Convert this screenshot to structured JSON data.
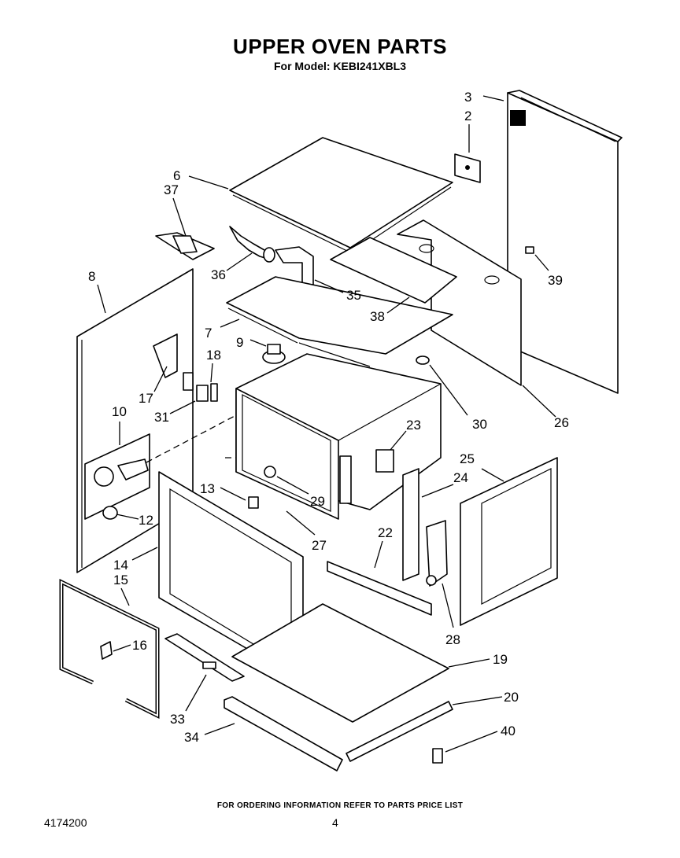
{
  "header": {
    "title": "UPPER OVEN PARTS",
    "model": "For Model: KEBI241XBL3"
  },
  "footer": {
    "note": "FOR ORDERING INFORMATION REFER TO PARTS PRICE LIST",
    "doc_number": "4174200",
    "page": "4"
  },
  "callouts": [
    "2",
    "3",
    "6",
    "37",
    "36",
    "35",
    "38",
    "39",
    "8",
    "7",
    "9",
    "18",
    "17",
    "31",
    "10",
    "30",
    "26",
    "23",
    "25",
    "24",
    "29",
    "13",
    "12",
    "27",
    "22",
    "14",
    "15",
    "28",
    "16",
    "19",
    "20",
    "33",
    "34",
    "40"
  ]
}
